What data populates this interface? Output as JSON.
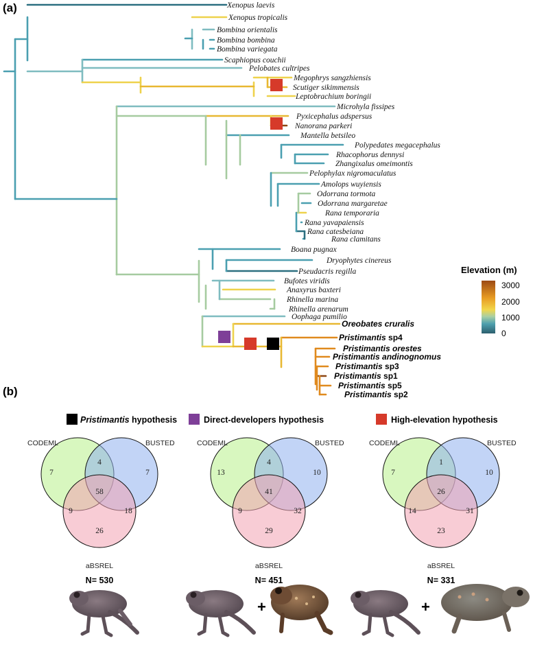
{
  "panels": {
    "a": "(a)",
    "b": "(b)"
  },
  "tree": {
    "taxa": [
      {
        "name": "Xenopus laevis"
      },
      {
        "name": "Xenopus tropicalis"
      },
      {
        "name": "Bombina orientalis"
      },
      {
        "name": "Bombina bombina"
      },
      {
        "name": "Bombina variegata"
      },
      {
        "name": "Scaphiopus couchii"
      },
      {
        "name": "Pelobates cultripes"
      },
      {
        "name": "Megophrys sangzhiensis"
      },
      {
        "name": "Scutiger sikimmensis"
      },
      {
        "name": "Leptobrachium boringii"
      },
      {
        "name": "Microhyla fissipes"
      },
      {
        "name": "Pyxicephalus adspersus"
      },
      {
        "name": "Nanorana parkeri"
      },
      {
        "name": "Mantella betsileo"
      },
      {
        "name": "Polypedates megacephalus"
      },
      {
        "name": "Rhacophorus dennysi"
      },
      {
        "name": "Zhangixalus omeimontis"
      },
      {
        "name": "Pelophylax nigromaculatus"
      },
      {
        "name": "Amolops wuyiensis"
      },
      {
        "name": "Odorrana tormota"
      },
      {
        "name": "Odorrana margaretae"
      },
      {
        "name": "Rana temporaria"
      },
      {
        "name": "Rana yavapaiensis"
      },
      {
        "name": "Rana catesbeiana"
      },
      {
        "name": "Rana clamitans"
      },
      {
        "name": "Boana pugnax"
      },
      {
        "name": "Dryophytes cinereus"
      },
      {
        "name": "Pseudacris regilla"
      },
      {
        "name": "Bufotes viridis"
      },
      {
        "name": "Anaxyrus baxteri"
      },
      {
        "name": "Rhinella marina"
      },
      {
        "name": "Rhinella arenarum"
      },
      {
        "name": "Oophaga pumilio"
      },
      {
        "name": "Oreobates cruralis",
        "bold": true
      },
      {
        "name": "Pristimantis",
        "suffix": " sp4",
        "bold": true
      },
      {
        "name": "Pristimantis orestes",
        "bold": true
      },
      {
        "name": "Pristimantis andinognomus",
        "bold": true
      },
      {
        "name": "Pristimantis",
        "suffix": " sp3",
        "bold": true
      },
      {
        "name": "Pristimantis",
        "suffix": " sp1",
        "bold": true
      },
      {
        "name": "Pristimantis",
        "suffix": " sp5",
        "bold": true
      },
      {
        "name": "Pristimantis",
        "suffix": " sp2",
        "bold": true
      }
    ],
    "markers": [
      {
        "type": "high-elevation",
        "color": "#d63a2a"
      },
      {
        "type": "high-elevation",
        "color": "#d63a2a"
      },
      {
        "type": "direct-developers",
        "color": "#7e3f98"
      },
      {
        "type": "high-elevation",
        "color": "#d63a2a"
      },
      {
        "type": "pristimantis",
        "color": "#000000"
      }
    ]
  },
  "legend": {
    "title": "Elevation (m)",
    "ticks": [
      "3000",
      "2000",
      "1000",
      "0"
    ],
    "colors": [
      "#9c4a14",
      "#e79a22",
      "#f2d64a",
      "#a9cfa4",
      "#4d9fae",
      "#2c5f6e"
    ]
  },
  "venns": [
    {
      "title_italic": "Pristimantis",
      "title_rest": " hypothesis",
      "marker_color": "#000000",
      "labels": {
        "a": "CODEML",
        "b": "BUSTED",
        "c": "aBSREL"
      },
      "counts": {
        "a_only": "7",
        "ab": "4",
        "b_only": "7",
        "abc": "58",
        "ac": "9",
        "bc": "18",
        "c_only": "26"
      },
      "total": "N= 530",
      "colors": {
        "a": "#b8f08a",
        "b": "#8fb0ef",
        "c": "#f2a3b3"
      }
    },
    {
      "title_italic": "",
      "title_rest": "Direct-developers hypothesis",
      "marker_color": "#7e3f98",
      "labels": {
        "a": "CODEML",
        "b": "BUSTED",
        "c": "aBSREL"
      },
      "counts": {
        "a_only": "13",
        "ab": "4",
        "b_only": "10",
        "abc": "41",
        "ac": "9",
        "bc": "32",
        "c_only": "29"
      },
      "total": "N= 451",
      "colors": {
        "a": "#b8f08a",
        "b": "#8fb0ef",
        "c": "#f2a3b3"
      }
    },
    {
      "title_italic": "",
      "title_rest": "High-elevation hypothesis",
      "marker_color": "#d63a2a",
      "labels": {
        "a": "CODEML",
        "b": "BUSTED",
        "c": "aBSREL"
      },
      "counts": {
        "a_only": "7",
        "ab": "1",
        "b_only": "10",
        "abc": "26",
        "ac": "14",
        "bc": "31",
        "c_only": "23"
      },
      "total": "N= 331",
      "colors": {
        "a": "#b8f08a",
        "b": "#8fb0ef",
        "c": "#f2a3b3"
      }
    }
  ],
  "photos": {
    "plus": "+"
  }
}
